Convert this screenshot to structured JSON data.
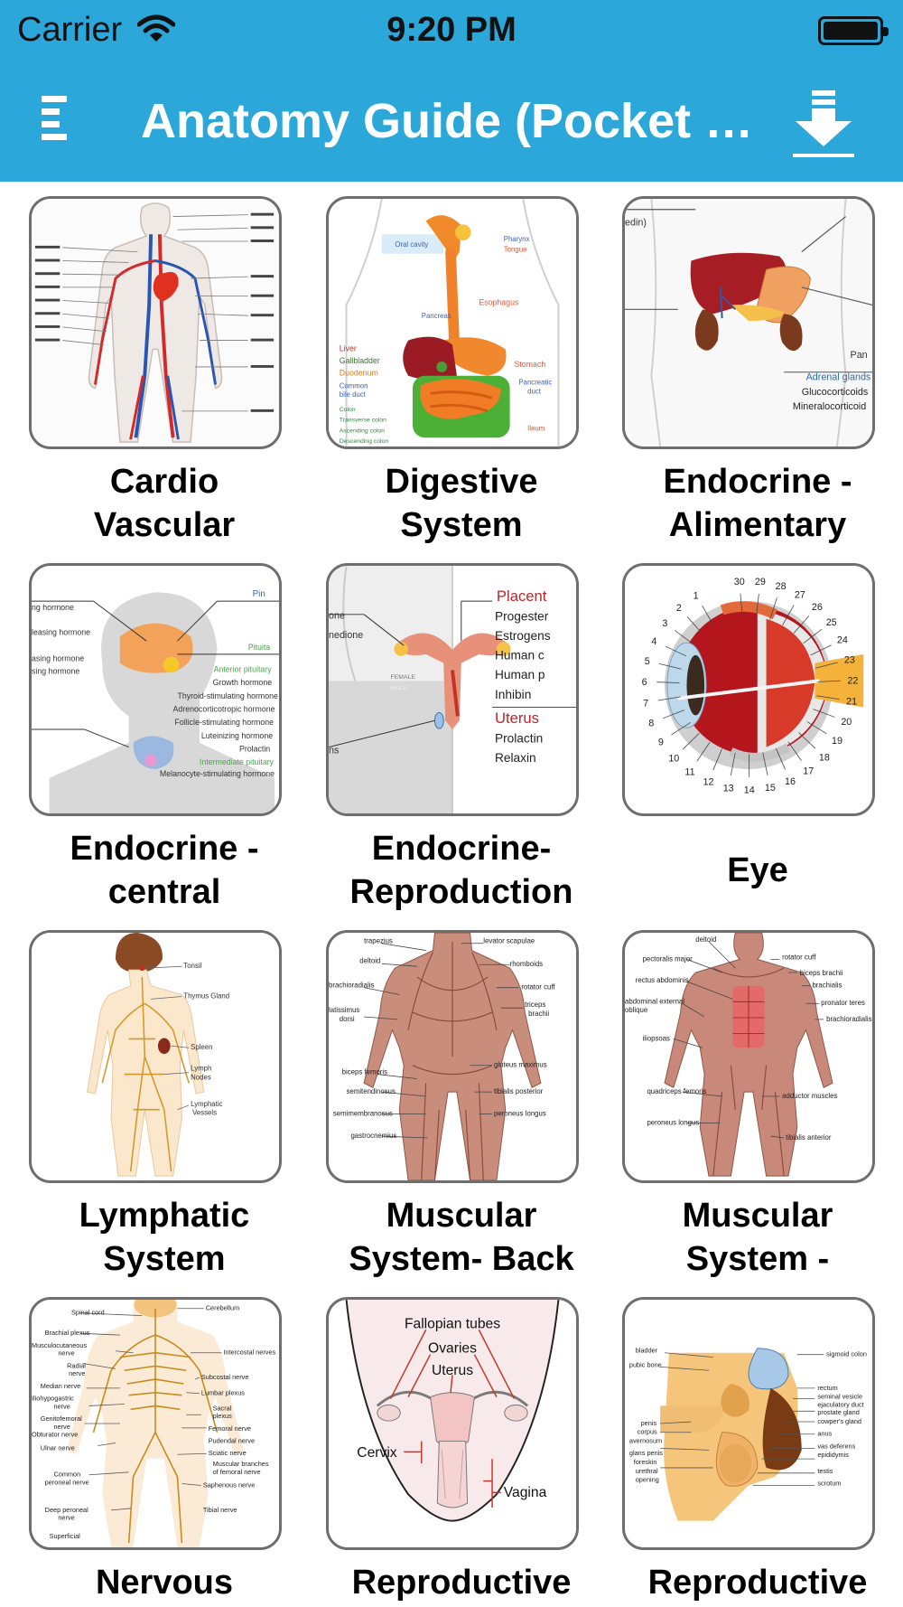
{
  "status_bar": {
    "carrier": "Carrier",
    "time": "9:20 PM",
    "icons": [
      "wifi-icon",
      "battery-icon"
    ]
  },
  "nav_bar": {
    "title": "Anatomy Guide (Pocket B...",
    "menu_icon": "menu-icon",
    "download_icon": "download-icon",
    "background_color": "#2ba8d9"
  },
  "grid": {
    "items": [
      {
        "id": "cardio-vascular",
        "label_line1": "Cardio",
        "label_line2": "Vascular"
      },
      {
        "id": "digestive-system",
        "label_line1": "Digestive",
        "label_line2": "System"
      },
      {
        "id": "endocrine-alimentary",
        "label_line1": "Endocrine -",
        "label_line2": "Alimentary"
      },
      {
        "id": "endocrine-central",
        "label_line1": "Endocrine -",
        "label_line2": "central"
      },
      {
        "id": "endocrine-reproduction",
        "label_line1": "Endocrine-",
        "label_line2": "Reproduction"
      },
      {
        "id": "eye",
        "label_line1": "Eye",
        "label_line2": ""
      },
      {
        "id": "lymphatic-system",
        "label_line1": "Lymphatic",
        "label_line2": "System"
      },
      {
        "id": "muscular-system-back",
        "label_line1": "Muscular",
        "label_line2": "System- Back"
      },
      {
        "id": "muscular-system-front",
        "label_line1": "Muscular",
        "label_line2": "System -"
      },
      {
        "id": "nervous",
        "label_line1": "Nervous",
        "label_line2": ""
      },
      {
        "id": "reproductive-female",
        "label_line1": "Reproductive",
        "label_line2": ""
      },
      {
        "id": "reproductive-male",
        "label_line1": "Reproductive",
        "label_line2": ""
      }
    ],
    "thumb_text": {
      "reproductive_female": {
        "tubes": "Fallopian tubes",
        "ovaries": "Ovaries",
        "uterus": "Uterus",
        "cervix": "Cervix",
        "vagina": "Vagina"
      },
      "endocrine_reproduction": {
        "placenta": "Placent",
        "uterus": "Uterus",
        "hormones": [
          "Progester",
          "Estrogens",
          "Human c",
          "Human p",
          "Inhibin"
        ],
        "lower": [
          "Prolactin",
          "Relaxin"
        ]
      },
      "eye_numbers": [
        "1",
        "2",
        "3",
        "4",
        "5",
        "6",
        "7",
        "8",
        "9",
        "10",
        "11",
        "12",
        "13",
        "14",
        "15",
        "16",
        "17",
        "18",
        "19",
        "20",
        "21",
        "22",
        "23",
        "24",
        "25",
        "26",
        "27",
        "28",
        "29",
        "30"
      ]
    }
  }
}
